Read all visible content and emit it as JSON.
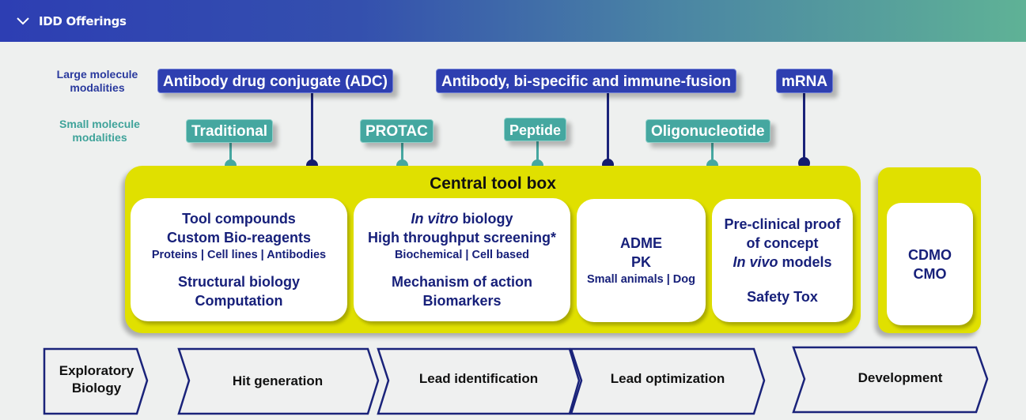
{
  "header": {
    "title": "IDD Offerings",
    "toggle_icon": "chevron-down-icon"
  },
  "row_labels": {
    "large": "Large molecule modalities",
    "small": "Small molecule modalities"
  },
  "large_modalities": [
    {
      "label": "Antibody drug conjugate (ADC)"
    },
    {
      "label": "Antibody, bi-specific and immune-fusion"
    },
    {
      "label": "mRNA"
    }
  ],
  "small_modalities": [
    {
      "label": "Traditional"
    },
    {
      "label": "PROTAC"
    },
    {
      "label": "Peptide"
    },
    {
      "label": "Oligonucleotide"
    }
  ],
  "toolbox": {
    "title": "Central tool box",
    "cards": [
      {
        "lines": [
          "Tool compounds",
          "Custom Bio-reagents",
          "Proteins | Cell lines | Antibodies",
          "Structural biology",
          "Computation"
        ]
      },
      {
        "line1_italic": "In vitro",
        "line1_rest": " biology",
        "lines": [
          "High throughput screening*",
          "Biochemical | Cell based",
          "Mechanism of action",
          "Biomarkers"
        ]
      },
      {
        "lines": [
          "ADME",
          "PK",
          "Small animals | Dog"
        ]
      },
      {
        "lines": [
          "Pre-clinical proof",
          "of concept",
          "Safety Tox"
        ],
        "italic_prefix": "In vivo",
        "italic_rest": " models"
      }
    ]
  },
  "cdmo": {
    "lines": [
      "CDMO",
      "CMO"
    ]
  },
  "stages": [
    {
      "label": "Exploratory Biology"
    },
    {
      "label": "Hit generation"
    },
    {
      "label": "Lead identification"
    },
    {
      "label": "Lead optimization"
    },
    {
      "label": "Development"
    }
  ],
  "colors": {
    "large_modality": "#2e3fb0",
    "small_modality": "#45a7a0",
    "toolbox": "#e0e000",
    "card_text": "#17207a",
    "stage_outline": "#1a237a"
  }
}
